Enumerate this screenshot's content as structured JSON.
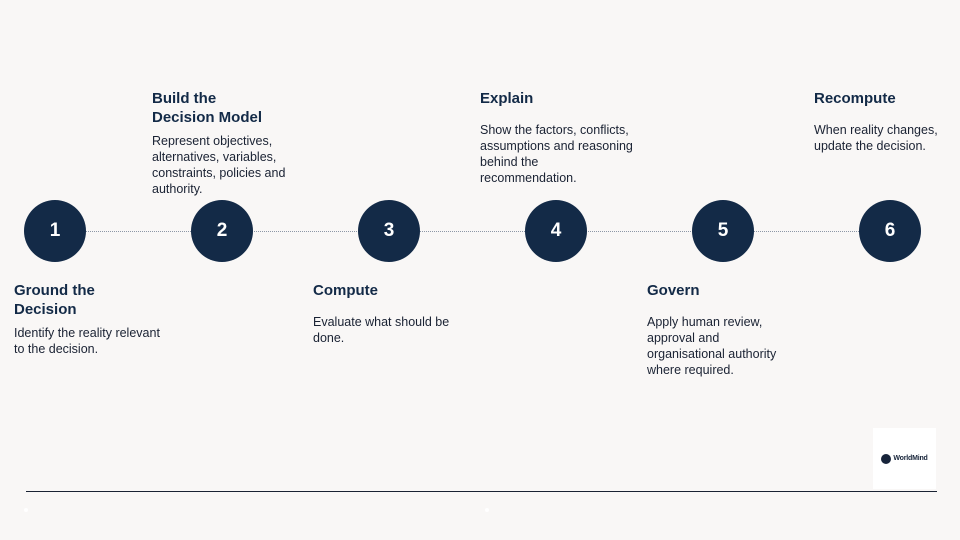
{
  "steps": [
    {
      "number": "1",
      "title": "Ground the Decision",
      "description": "Identify the reality relevant to the decision."
    },
    {
      "number": "2",
      "title": "Build the Decision Model",
      "description": "Represent objectives, alternatives, variables, constraints, policies and authority."
    },
    {
      "number": "3",
      "title": "Compute",
      "description": "Evaluate what should be done."
    },
    {
      "number": "4",
      "title": "Explain",
      "description": "Show the factors, conflicts, assumptions and reasoning behind the recommendation."
    },
    {
      "number": "5",
      "title": "Govern",
      "description": "Apply human review, approval and organisational authority where required."
    },
    {
      "number": "6",
      "title": "Recompute",
      "description": "When reality changes, update the decision."
    }
  ],
  "logo": {
    "text": "WorldMind"
  },
  "colors": {
    "node": "#132a47",
    "background": "#f9f7f6",
    "text": "#132a47"
  }
}
